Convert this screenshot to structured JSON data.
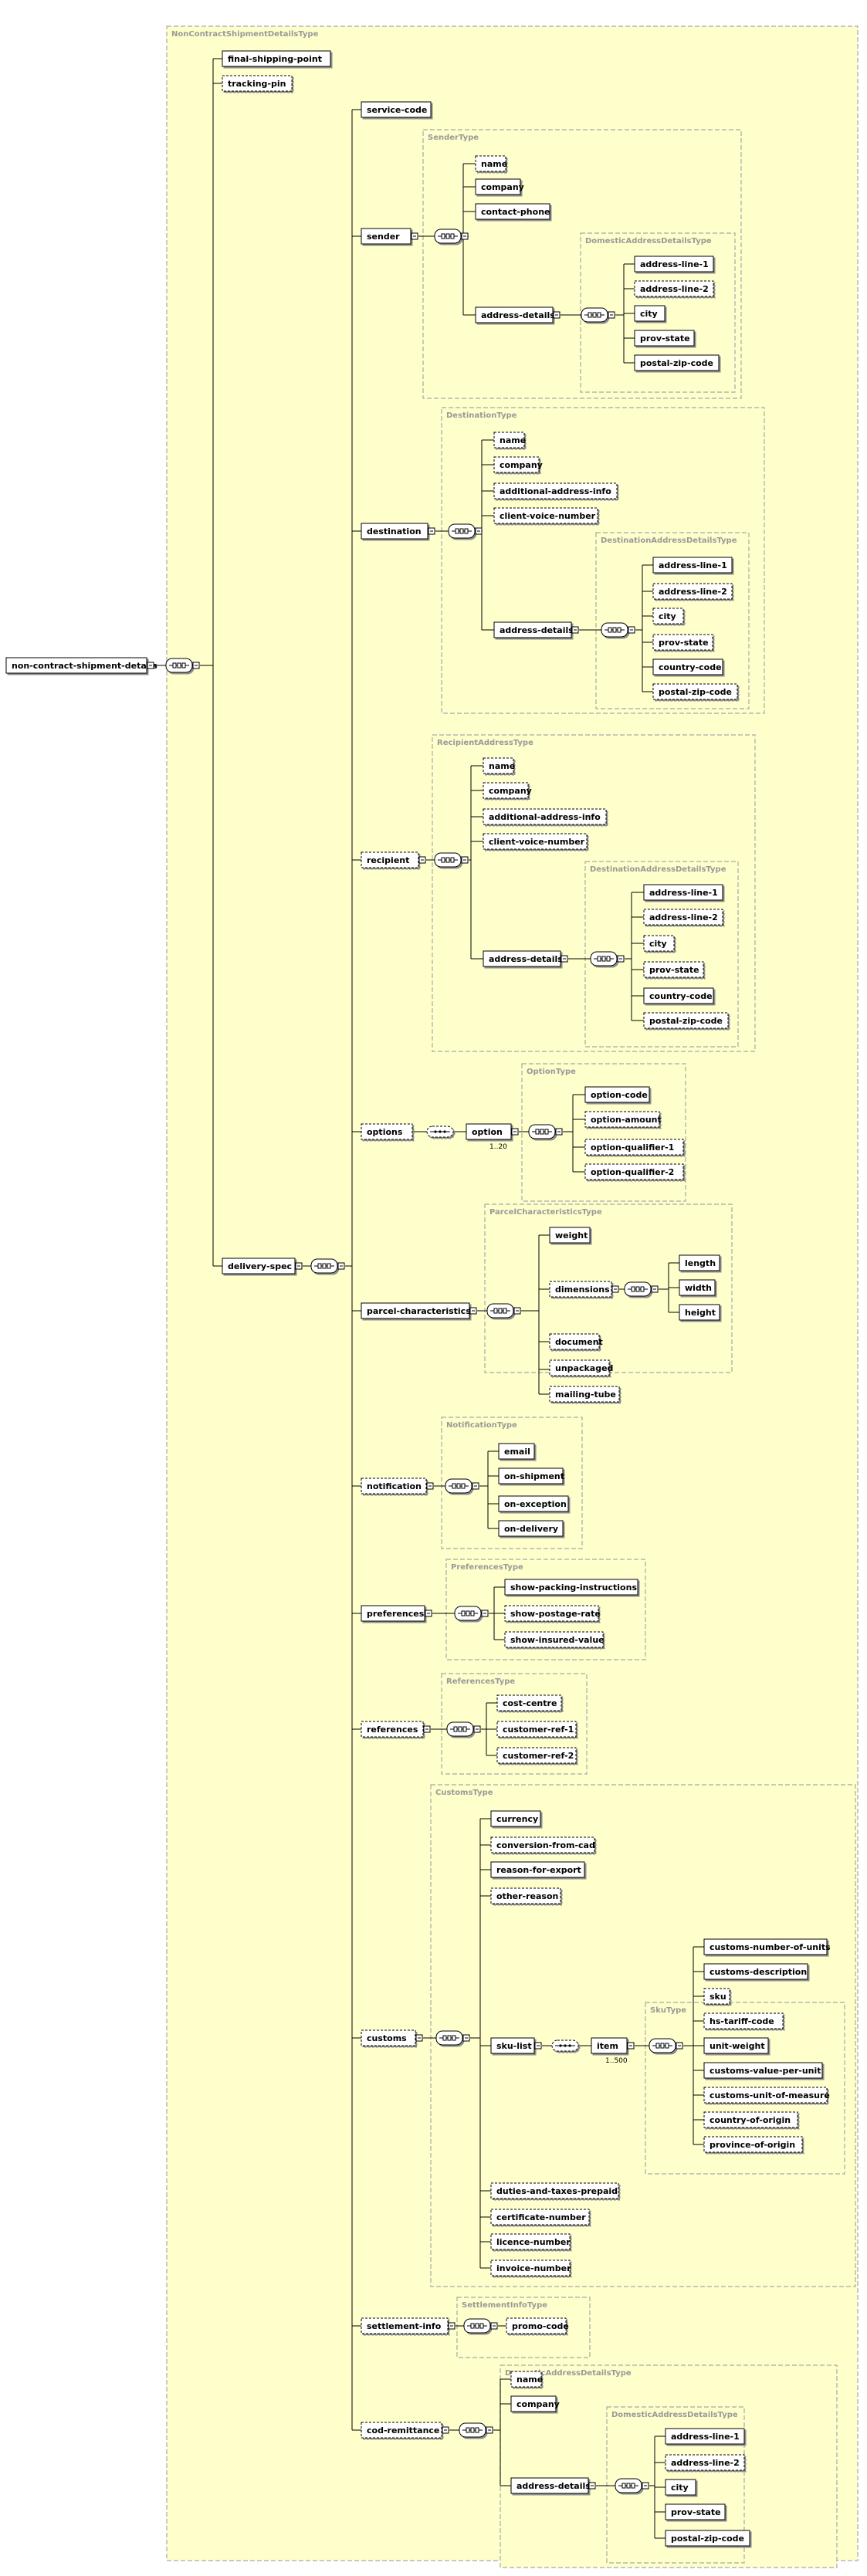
{
  "root": "non-contract-shipment-details",
  "root_type": "NonContractShipmentDetailsType",
  "types": {
    "sender": "SenderType",
    "sender_addr": "DomesticAddressDetailsType",
    "destination": "DestinationType",
    "destination_addr": "DestinationAddressDetailsType",
    "recipient": "RecipientAddressType",
    "recipient_addr": "DestinationAddressDetailsType",
    "option": "OptionType",
    "parcel": "ParcelCharacteristicsType",
    "notification": "NotificationType",
    "preferences": "PreferencesType",
    "references": "ReferencesType",
    "customs": "CustomsType",
    "sku": "SkuType",
    "settlement": "SettlementInfoType",
    "cod_addr": "DomesticAddressDetailsType"
  },
  "top_children": [
    {
      "name": "final-shipping-point",
      "optional": false
    },
    {
      "name": "tracking-pin",
      "optional": true
    }
  ],
  "delivery_spec": "delivery-spec",
  "service_code": "service-code",
  "sender": {
    "name": "sender",
    "fields": [
      {
        "name": "name",
        "optional": true
      },
      {
        "name": "company",
        "optional": false
      },
      {
        "name": "contact-phone",
        "optional": false
      }
    ],
    "address_details": "address-details",
    "address_fields": [
      {
        "name": "address-line-1",
        "optional": false
      },
      {
        "name": "address-line-2",
        "optional": true
      },
      {
        "name": "city",
        "optional": false
      },
      {
        "name": "prov-state",
        "optional": false
      },
      {
        "name": "postal-zip-code",
        "optional": false
      }
    ]
  },
  "destination": {
    "name": "destination",
    "fields": [
      {
        "name": "name",
        "optional": true
      },
      {
        "name": "company",
        "optional": true
      },
      {
        "name": "additional-address-info",
        "optional": true
      },
      {
        "name": "client-voice-number",
        "optional": true
      }
    ],
    "address_details": "address-details",
    "address_fields": [
      {
        "name": "address-line-1",
        "optional": false
      },
      {
        "name": "address-line-2",
        "optional": true
      },
      {
        "name": "city",
        "optional": true
      },
      {
        "name": "prov-state",
        "optional": true
      },
      {
        "name": "country-code",
        "optional": false
      },
      {
        "name": "postal-zip-code",
        "optional": true
      }
    ]
  },
  "recipient": {
    "name": "recipient",
    "fields": [
      {
        "name": "name",
        "optional": true
      },
      {
        "name": "company",
        "optional": true
      },
      {
        "name": "additional-address-info",
        "optional": true
      },
      {
        "name": "client-voice-number",
        "optional": true
      }
    ],
    "address_details": "address-details",
    "address_fields": [
      {
        "name": "address-line-1",
        "optional": false
      },
      {
        "name": "address-line-2",
        "optional": true
      },
      {
        "name": "city",
        "optional": true
      },
      {
        "name": "prov-state",
        "optional": true
      },
      {
        "name": "country-code",
        "optional": false
      },
      {
        "name": "postal-zip-code",
        "optional": true
      }
    ]
  },
  "options": {
    "name": "options",
    "option": "option",
    "occurs": "1..20",
    "fields": [
      {
        "name": "option-code",
        "optional": false
      },
      {
        "name": "option-amount",
        "optional": true
      },
      {
        "name": "option-qualifier-1",
        "optional": true
      },
      {
        "name": "option-qualifier-2",
        "optional": true
      }
    ]
  },
  "parcel": {
    "name": "parcel-characteristics",
    "weight": "weight",
    "dimensions": "dimensions",
    "dim_fields": [
      {
        "name": "length",
        "optional": false
      },
      {
        "name": "width",
        "optional": false
      },
      {
        "name": "height",
        "optional": false
      }
    ],
    "fields": [
      {
        "name": "document",
        "optional": true
      },
      {
        "name": "unpackaged",
        "optional": true
      },
      {
        "name": "mailing-tube",
        "optional": true
      }
    ]
  },
  "notification": {
    "name": "notification",
    "fields": [
      {
        "name": "email",
        "optional": false
      },
      {
        "name": "on-shipment",
        "optional": false
      },
      {
        "name": "on-exception",
        "optional": false
      },
      {
        "name": "on-delivery",
        "optional": false
      }
    ]
  },
  "preferences": {
    "name": "preferences",
    "fields": [
      {
        "name": "show-packing-instructions",
        "optional": false
      },
      {
        "name": "show-postage-rate",
        "optional": true
      },
      {
        "name": "show-insured-value",
        "optional": true
      }
    ]
  },
  "references": {
    "name": "references",
    "fields": [
      {
        "name": "cost-centre",
        "optional": true
      },
      {
        "name": "customer-ref-1",
        "optional": true
      },
      {
        "name": "customer-ref-2",
        "optional": true
      }
    ]
  },
  "customs": {
    "name": "customs",
    "fields_top": [
      {
        "name": "currency",
        "optional": false
      },
      {
        "name": "conversion-from-cad",
        "optional": true
      },
      {
        "name": "reason-for-export",
        "optional": false
      },
      {
        "name": "other-reason",
        "optional": true
      }
    ],
    "sku_list": "sku-list",
    "item": "item",
    "item_occurs": "1..500",
    "sku_fields": [
      {
        "name": "customs-number-of-units",
        "optional": false
      },
      {
        "name": "customs-description",
        "optional": false
      },
      {
        "name": "sku",
        "optional": true
      },
      {
        "name": "hs-tariff-code",
        "optional": true
      },
      {
        "name": "unit-weight",
        "optional": false
      },
      {
        "name": "customs-value-per-unit",
        "optional": false
      },
      {
        "name": "customs-unit-of-measure",
        "optional": true
      },
      {
        "name": "country-of-origin",
        "optional": true
      },
      {
        "name": "province-of-origin",
        "optional": true
      }
    ],
    "fields_bottom": [
      {
        "name": "duties-and-taxes-prepaid",
        "optional": true
      },
      {
        "name": "certificate-number",
        "optional": true
      },
      {
        "name": "licence-number",
        "optional": true
      },
      {
        "name": "invoice-number",
        "optional": true
      }
    ]
  },
  "settlement": {
    "name": "settlement-info",
    "fields": [
      {
        "name": "promo-code",
        "optional": true
      }
    ]
  },
  "cod": {
    "name": "cod-remittance",
    "fields": [
      {
        "name": "name",
        "optional": true
      },
      {
        "name": "company",
        "optional": false
      }
    ],
    "address_details": "address-details",
    "address_fields": [
      {
        "name": "address-line-1",
        "optional": false
      },
      {
        "name": "address-line-2",
        "optional": true
      },
      {
        "name": "city",
        "optional": false
      },
      {
        "name": "prov-state",
        "optional": false
      },
      {
        "name": "postal-zip-code",
        "optional": false
      }
    ]
  }
}
